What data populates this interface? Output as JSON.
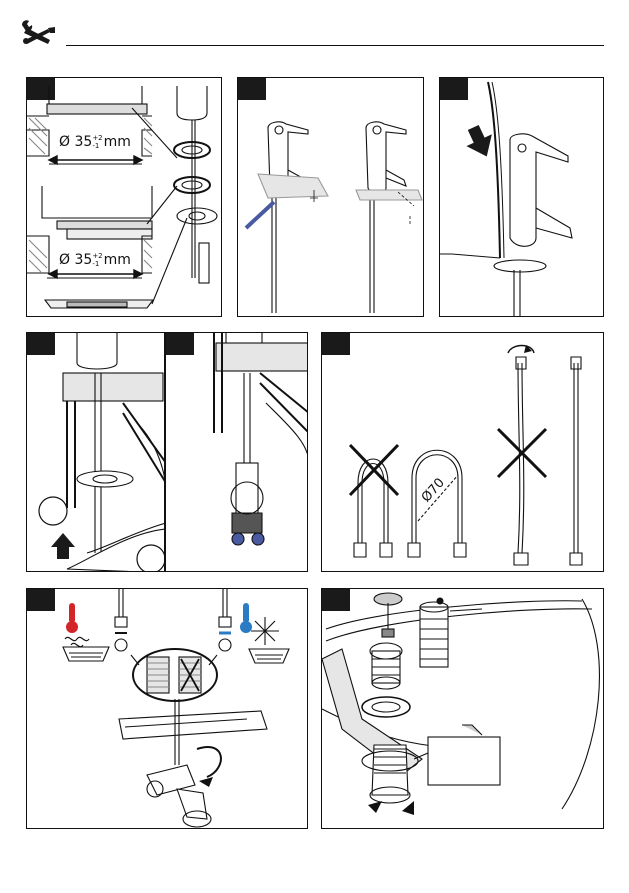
{
  "header": {
    "icon": "tools-icon"
  },
  "panels": {
    "p1": {
      "dim_top": {
        "diameter": "35",
        "tol_plus": "+2",
        "tol_minus": "-1",
        "unit": "mm"
      },
      "dim_bottom": {
        "diameter": "35",
        "tol_plus": "+2",
        "tol_minus": "-1",
        "unit": "mm"
      }
    },
    "p6": {
      "bend_diameter": "70"
    },
    "p7": {
      "hot_icon": "thermometer-hot-icon",
      "cold_icon": "thermometer-cold-icon"
    }
  },
  "colors": {
    "accent_red": "#d3242a",
    "accent_blue": "#2a7bc4",
    "ink": "#111111",
    "gray": "#9a9a9a"
  }
}
